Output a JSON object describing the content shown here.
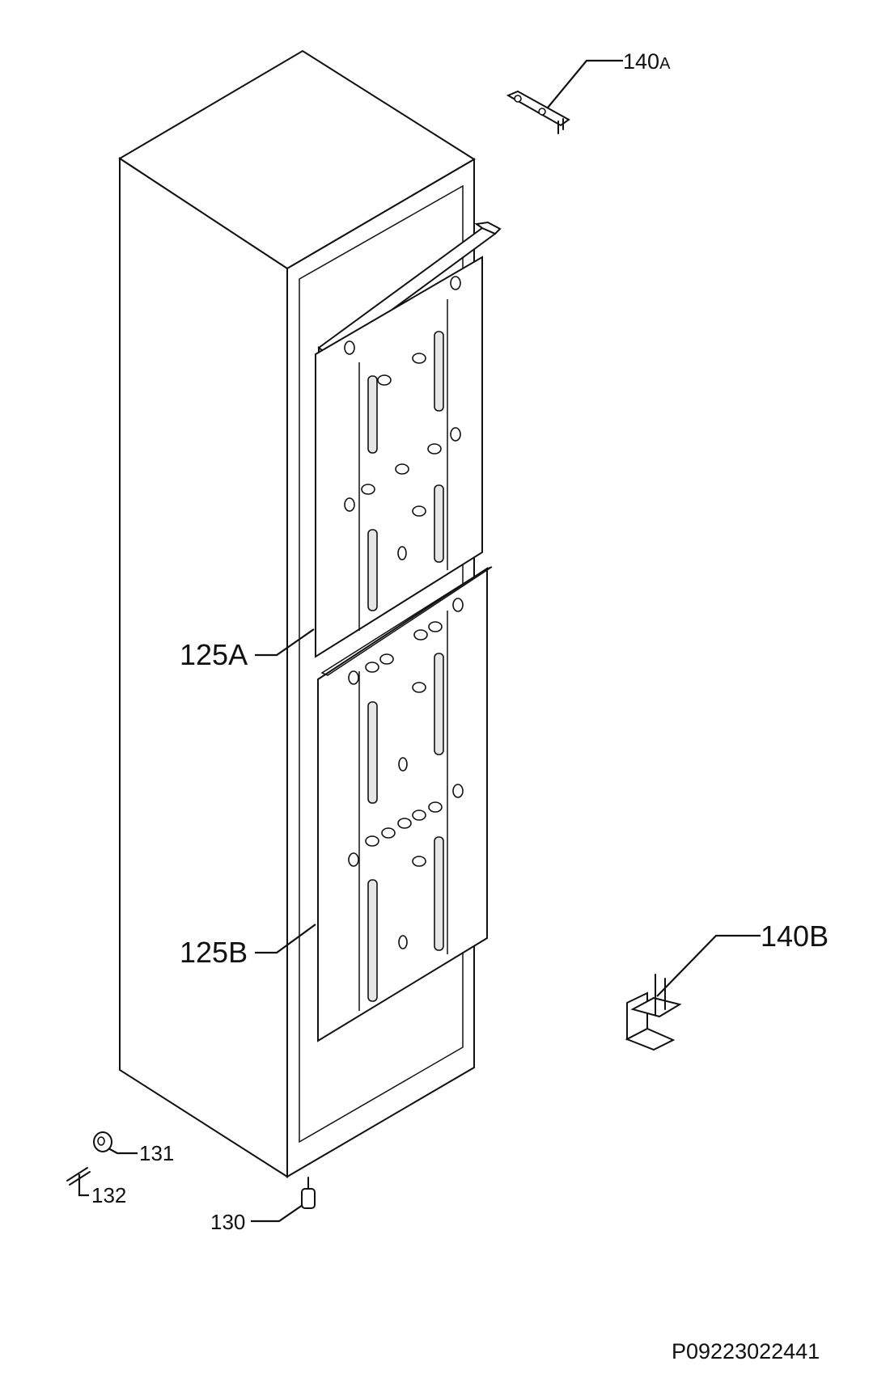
{
  "labels": {
    "part_140a_num": "140",
    "part_140a_suffix": "A",
    "part_125a": "125A",
    "part_125b": "125B",
    "part_140b": "140B",
    "part_131": "131",
    "part_132": "132",
    "part_130": "130",
    "drawing_id": "P09223022441"
  }
}
